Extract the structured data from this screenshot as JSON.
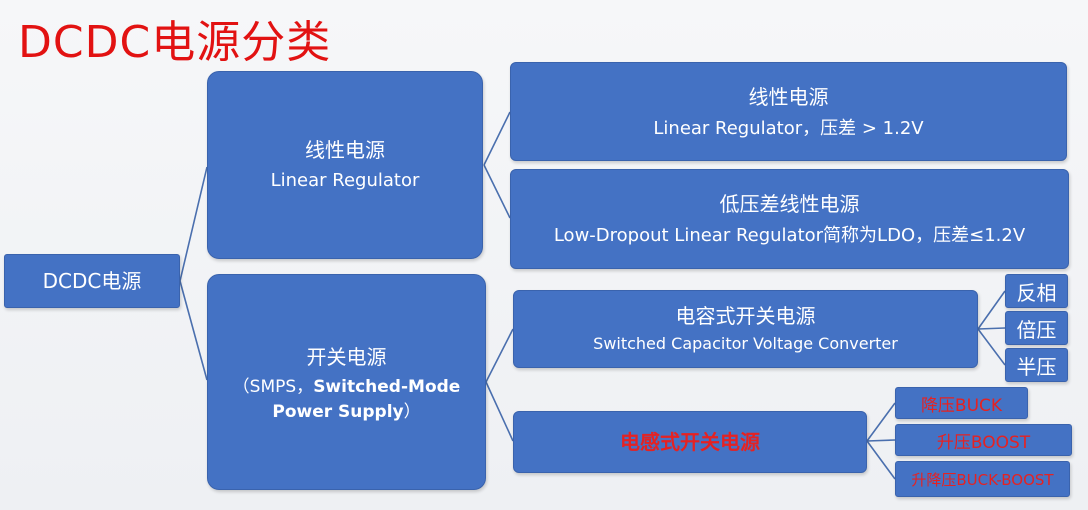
{
  "title": "DCDC电源分类",
  "root": {
    "label": "DCDC电源"
  },
  "linear": {
    "title": "线性电源",
    "subtitle": "Linear Regulator"
  },
  "linear_std": {
    "title": "线性电源",
    "subtitle": "Linear Regulator，压差 > 1.2V"
  },
  "ldo": {
    "title": "低压差线性电源",
    "subtitle": "Low-Dropout Linear Regulator简称为LDO，压差≤1.2V"
  },
  "smps": {
    "title": "开关电源",
    "line2_prefix": "（SMPS，",
    "line2_bold": "Switched-Mode",
    "line3_bold": "Power Supply",
    "line3_suffix": "）"
  },
  "capacitor": {
    "title": "电容式开关电源",
    "subtitle": "Switched Capacitor Voltage Converter"
  },
  "cap_types": [
    "反相",
    "倍压",
    "半压"
  ],
  "inductor": {
    "title": "电感式开关电源"
  },
  "ind_types": [
    "降压BUCK",
    "升压BOOST",
    "升降压BUCK-BOOST"
  ],
  "colors": {
    "box": "#4472c4",
    "title": "#e21212",
    "highlight": "#e52222",
    "line": "#4a6fae"
  }
}
